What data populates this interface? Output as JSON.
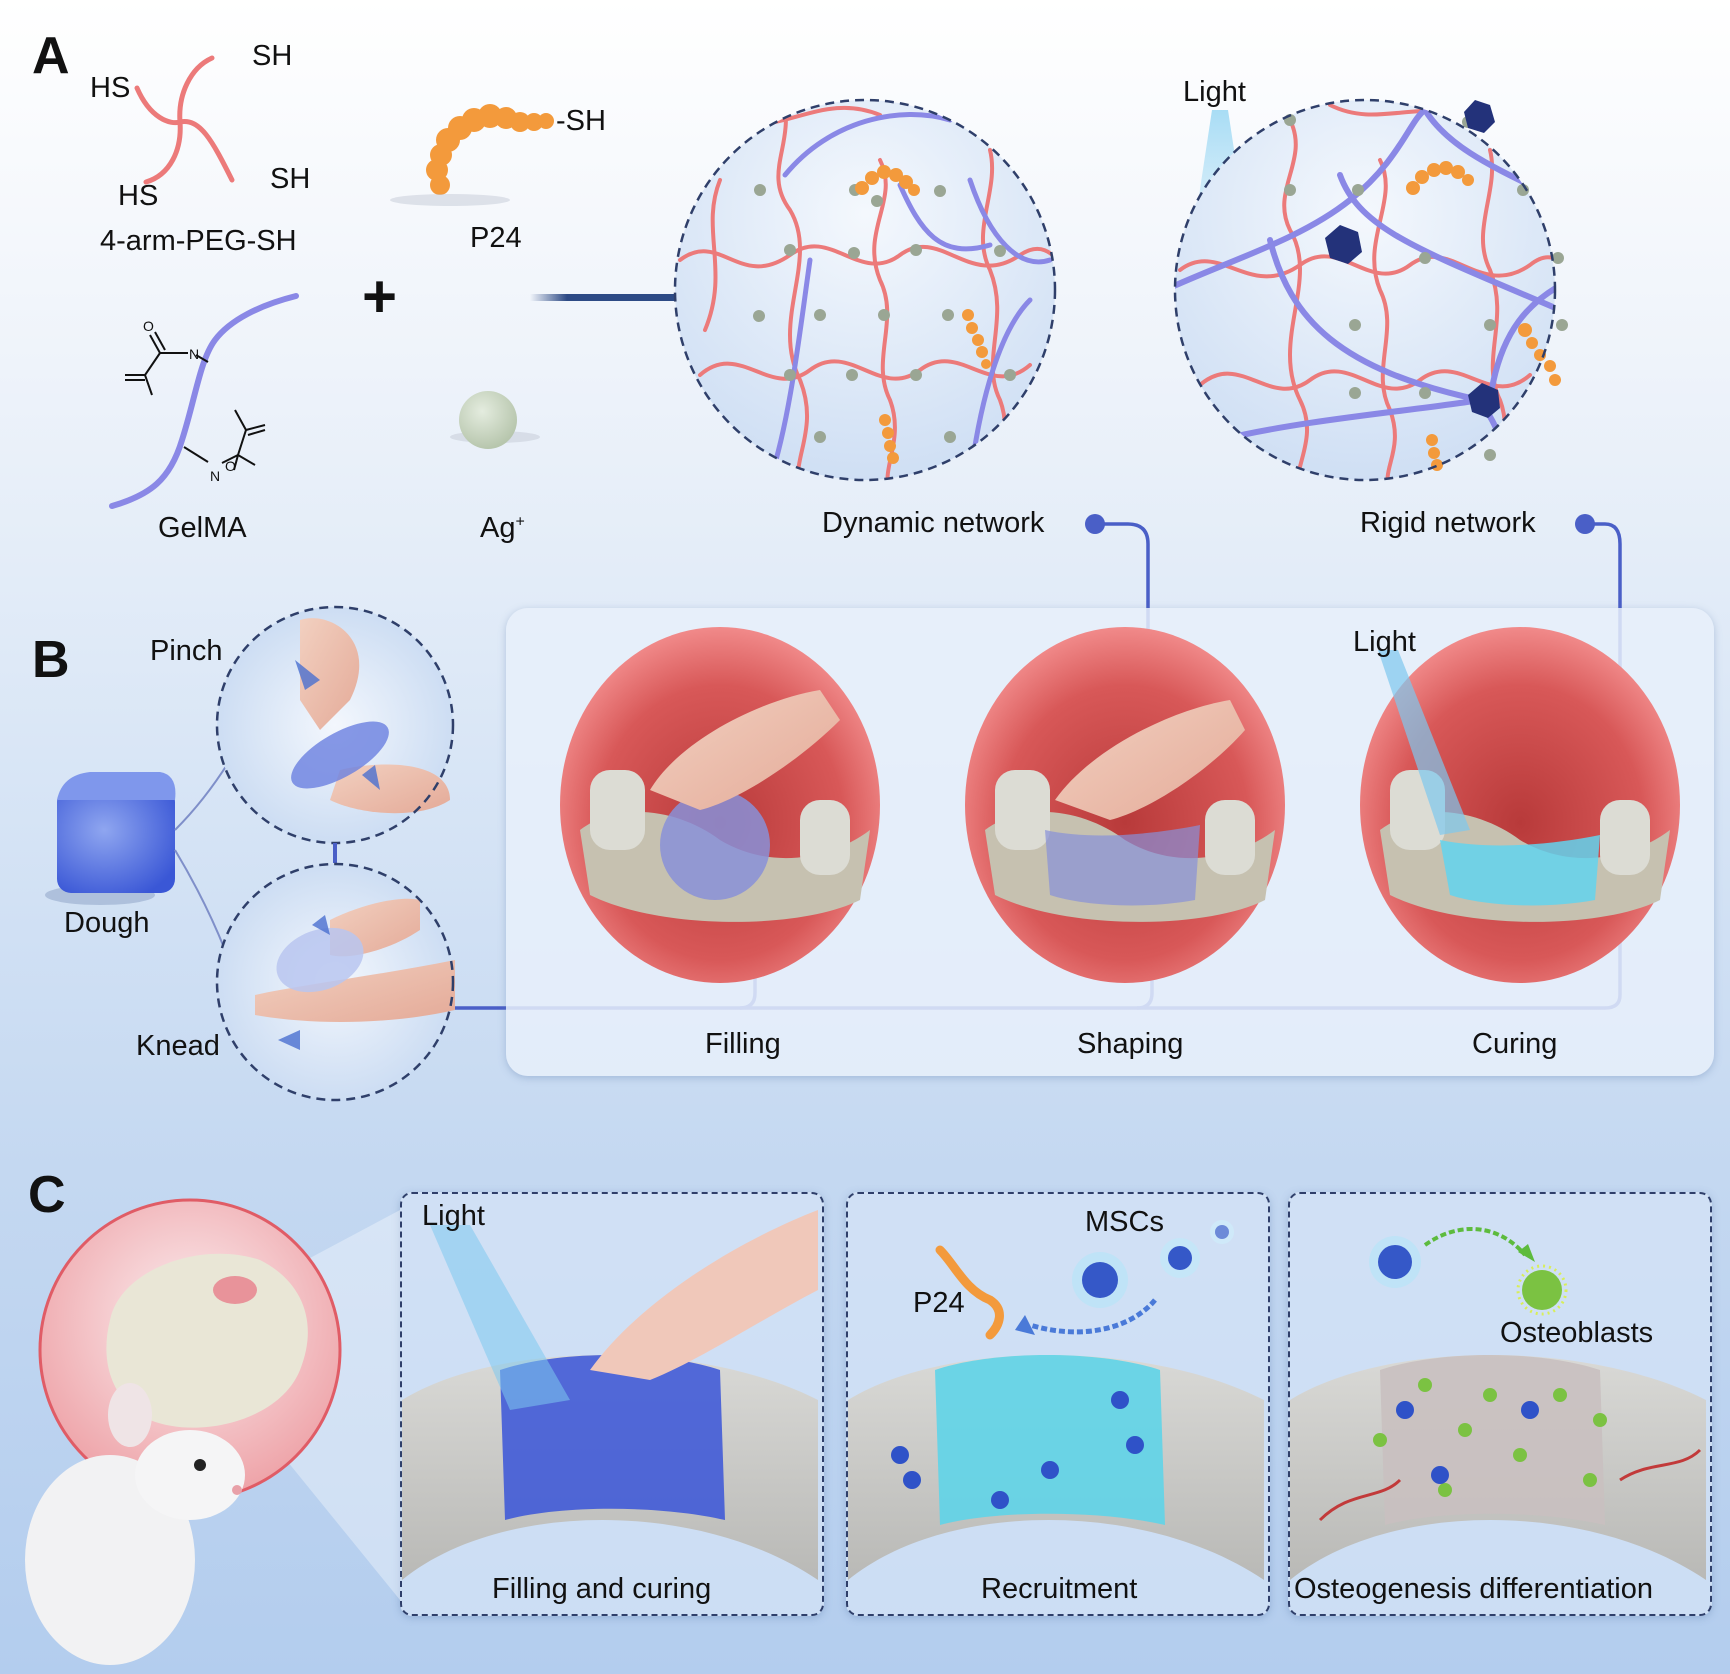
{
  "panels": {
    "a": {
      "letter": "A",
      "components": {
        "peg": {
          "label": "4-arm-PEG-SH",
          "arm_labels": [
            "HS",
            "SH",
            "SH",
            "HS"
          ]
        },
        "p24": {
          "label": "P24",
          "end_group": "-SH"
        },
        "gelma": {
          "label": "GelMA",
          "atoms": [
            "O",
            "N",
            "N",
            "O"
          ]
        },
        "silver": {
          "label": "Ag",
          "charge": "+"
        }
      },
      "plus_sign": "+",
      "light_label": "Light",
      "networks": [
        {
          "label": "Dynamic network"
        },
        {
          "label": "Rigid network"
        }
      ]
    },
    "b": {
      "letter": "B",
      "dough_label": "Dough",
      "actions": [
        {
          "label": "Pinch"
        },
        {
          "label": "Knead"
        }
      ],
      "light_label": "Light",
      "steps": [
        {
          "label": "Filling"
        },
        {
          "label": "Shaping"
        },
        {
          "label": "Curing"
        }
      ]
    },
    "c": {
      "letter": "C",
      "stages": [
        {
          "label": "Filling and curing",
          "annotation": "Light"
        },
        {
          "label": "Recruitment",
          "annotations": [
            "MSCs",
            "P24"
          ]
        },
        {
          "label": "Osteogenesis differentiation",
          "annotation": "Osteoblasts"
        }
      ]
    }
  },
  "colors": {
    "peg_chain": "#ec7a7a",
    "gelma_chain": "#8a88e6",
    "p24_peptide": "#f39a3c",
    "silver_ion": "#c8d6c0",
    "crosslink_node": "#23327a",
    "connector_line": "#4a5fc7",
    "arrow": "#2d4a85",
    "light_beam": "#7ec8ee"
  }
}
